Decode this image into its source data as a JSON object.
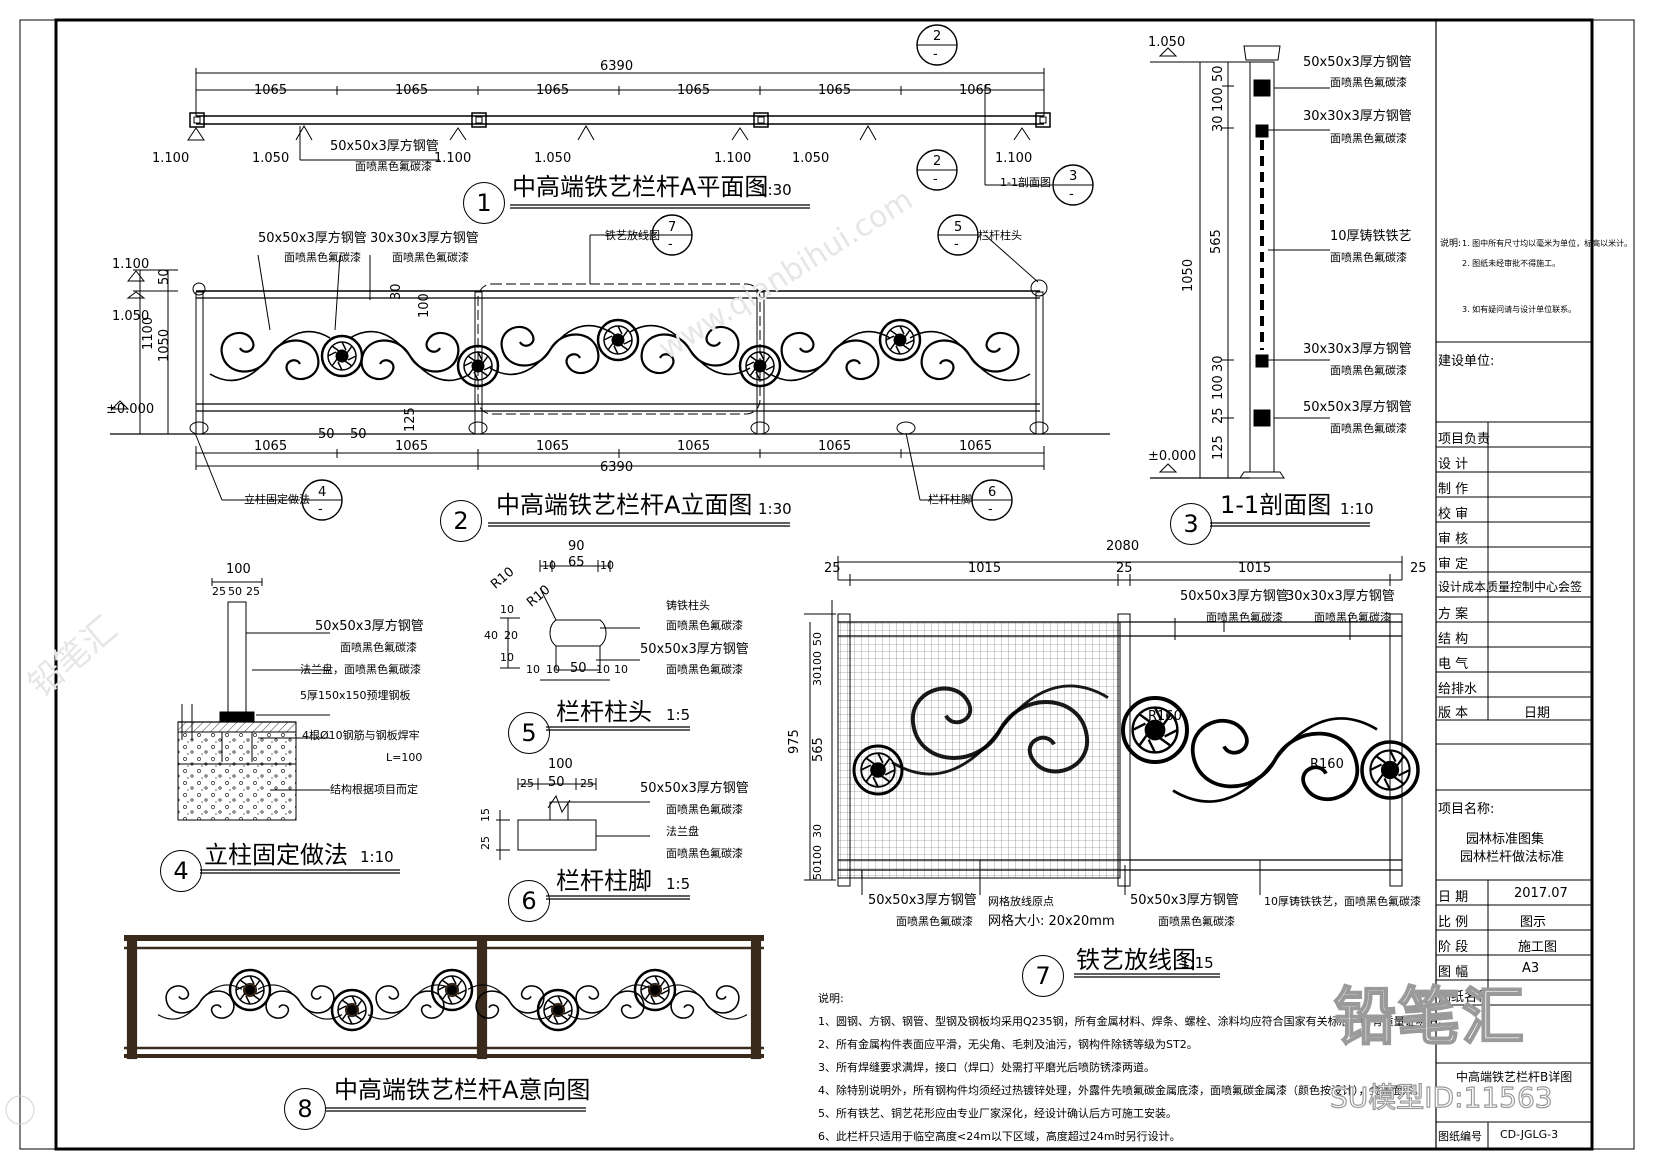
{
  "views": {
    "v1": {
      "number": "1",
      "title": "中高端铁艺栏杆A平面图",
      "scale": "1:30"
    },
    "v2": {
      "number": "2",
      "title": "中高端铁艺栏杆A立面图",
      "scale": "1:30"
    },
    "v3": {
      "number": "3",
      "title": "1-1剖面图",
      "scale": "1:10"
    },
    "v4": {
      "number": "4",
      "title": "立柱固定做法",
      "scale": "1:10"
    },
    "v5": {
      "number": "5",
      "title": "栏杆柱头",
      "scale": "1:5"
    },
    "v6": {
      "number": "6",
      "title": "栏杆柱脚",
      "scale": "1:5"
    },
    "v7": {
      "number": "7",
      "title": "铁艺放线图",
      "scale": "1:15"
    },
    "v8": {
      "number": "8",
      "title": "中高端铁艺栏杆A意向图",
      "scale": ""
    }
  },
  "plan": {
    "total": "6390",
    "span": "1065",
    "elev_a": "1.100",
    "elev_b": "1.050",
    "tube_label": "50x50x3厚方钢管",
    "finish": "面喷黑色氟碳漆",
    "section_tag": "1-1剖面图",
    "section_ref": "3",
    "ref2": "2",
    "dash": "-"
  },
  "elev": {
    "lab_50": "50x50x3厚方钢管",
    "lab_30": "30x30x3厚方钢管",
    "finish": "面喷黑色氟碳漆",
    "lab_iron": "铁艺放线图",
    "ref_iron": "7",
    "lab_cap": "栏杆柱头",
    "ref_cap": "5",
    "lab_fix": "立柱固定做法",
    "ref_fix": "4",
    "lab_foot": "栏杆柱脚",
    "ref_foot": "6",
    "lvl_top": "1.100",
    "lvl_2": "1.050",
    "lvl_0": "±0.000",
    "d1100": "1100",
    "d1050": "1050",
    "d50": "50",
    "d30": "30",
    "d125": "125",
    "d100": "100",
    "span": "1065",
    "total": "6390"
  },
  "section": {
    "lvl_top": "1.050",
    "lvl_0": "±0.000",
    "d1050": "1050",
    "d565": "565",
    "d50": "50",
    "d100": "100",
    "d30": "30",
    "d125": "125",
    "d25": "25",
    "l1": "50x50x3厚方钢管",
    "l2": "30x30x3厚方钢管",
    "l3": "10厚铸铁铁艺",
    "l3b": "面喷黑色氟碳漆",
    "finish": "面喷黑色氟碳漆"
  },
  "fix": {
    "d100": "100",
    "d25": "25",
    "d50": "50",
    "l1": "50x50x3厚方钢管",
    "l1b": "面喷黑色氟碳漆",
    "l2": "法兰盘，面喷黑色氟碳漆",
    "l3": "5厚150x150预埋钢板",
    "l4": "4根Ø10钢筋与钢板焊牢",
    "l4b": "L=100",
    "l5": "结构根据项目而定"
  },
  "cap": {
    "d90": "90",
    "d65": "65",
    "d10": "10",
    "d40": "40",
    "d20": "20",
    "d50": "50",
    "r10": "R10",
    "l1": "铸铁柱头",
    "l1b": "面喷黑色氟碳漆",
    "l2": "50x50x3厚方钢管",
    "l2b": "面喷黑色氟碳漆"
  },
  "foot": {
    "d100": "100",
    "d25": "25",
    "d50": "50",
    "d15": "15",
    "l1": "50x50x3厚方钢管",
    "l1b": "面喷黑色氟碳漆",
    "l2": "法兰盘",
    "l2b": "面喷黑色氟碳漆"
  },
  "iron": {
    "total": "2080",
    "d1015": "1015",
    "d25": "25",
    "d975": "975",
    "d565": "565",
    "d100": "100",
    "d50": "50",
    "d30": "30",
    "r160": "R160",
    "l1": "50x50x3厚方钢管",
    "l1b": "面喷黑色氟碳漆",
    "l2": "30x30x3厚方钢管",
    "l2b": "面喷黑色氟碳漆",
    "b1": "50x50x3厚方钢管",
    "b1b": "面喷黑色氟碳漆",
    "b2": "网格放线原点",
    "b2b": "网格大小: 20x20mm",
    "b3": "50x50x3厚方钢管",
    "b3b": "面喷黑色氟碳漆",
    "b4": "10厚铸铁铁艺，面喷黑色氟碳漆"
  },
  "notes": {
    "head": "说明:",
    "items": [
      "1、圆钢、方钢、钢管、型钢及钢板均采用Q235钢，所有金属材料、焊条、螺栓、涂料均应符合国家有关标准，附有质量证明书。",
      "2、所有金属构件表面应平滑，无尖角、毛刺及油污，钢构件除锈等级为ST2。",
      "3、所有焊缝要求满焊，接口（焊口）处需打平磨光后喷防锈漆两道。",
      "4、除特别说明外，所有钢构件均须经过热镀锌处理，外露件先喷氟碳金属底漆，面喷氟碳金属漆（颜色按设计），金属面漆。",
      "5、所有铁艺、铜艺花形应由专业厂家深化，经设计确认后方可施工安装。",
      "6、此栏杆只适用于临空高度<24m以下区域，高度超过24m时另行设计。"
    ]
  },
  "titleblock": {
    "note_head": "说明:",
    "note_1": "1. 图中所有尺寸均以毫米为单位，标高以米计。",
    "note_2": "2. 图纸未经审批不得施工。",
    "note_3": "3. 如有疑问请与设计单位联系。",
    "client": "建设单位:",
    "rows": [
      "项目负责",
      "设  计",
      "制  作",
      "校  审",
      "审  核",
      "审  定"
    ],
    "cost": "设计成本质量控制中心会签",
    "rows2": [
      "方  案",
      "结  构",
      "电  气",
      "给排水"
    ],
    "version": "版  本",
    "date_lbl": "日期",
    "project_lbl": "项目名称:",
    "project_1": "园林标准图集",
    "project_2": "园林栏杆做法标准",
    "date_k": "日  期",
    "date_v": "2017.07",
    "scale_k": "比  例",
    "scale_v": "图示",
    "stage_k": "阶  段",
    "stage_v": "施工图",
    "size_k": "图  幅",
    "size_v": "A3",
    "sheet_k": "图纸名称",
    "sheet_name": "中高端铁艺栏杆B详图",
    "no_k": "图纸编号",
    "no_v": "CD-JGLG-3"
  },
  "watermark": {
    "logo": "铅笔汇",
    "model": "SU模型ID:11563",
    "site": "www.qianbihui.com",
    "brand": "铅笔汇"
  }
}
